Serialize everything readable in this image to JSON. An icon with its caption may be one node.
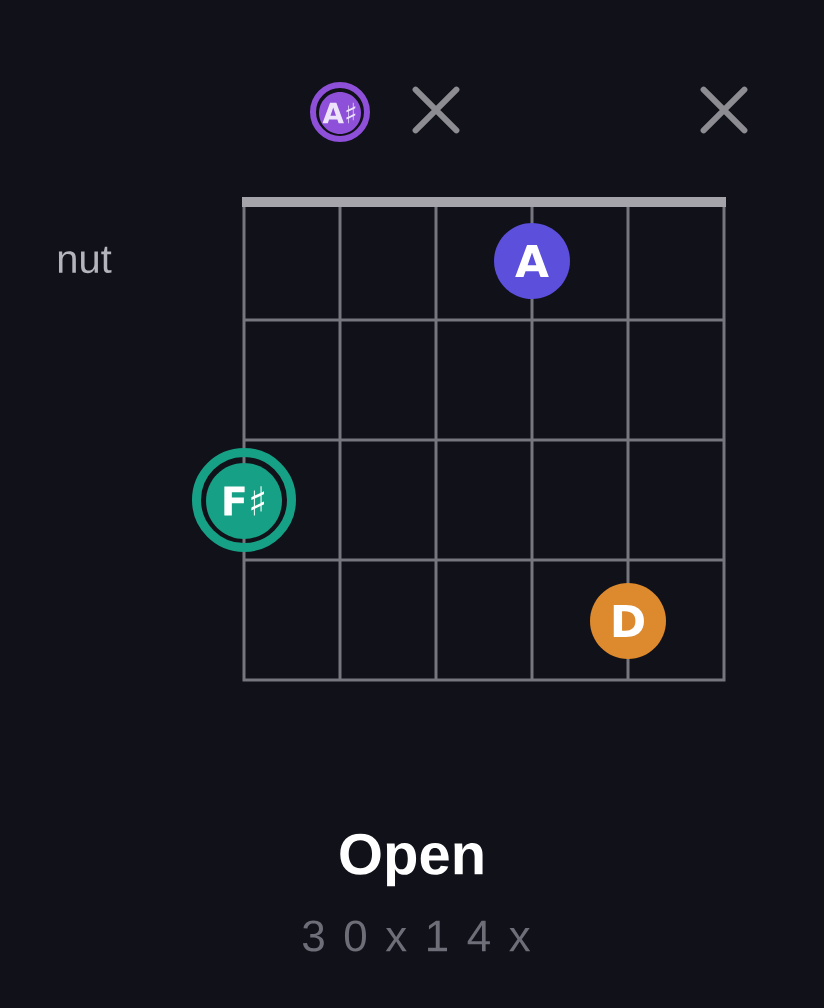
{
  "diagram": {
    "title": "Open",
    "nodes": [
      {
        "text": [
          "A♯"
        ]
      },
      {
        "text": [],
        "shape": "cross"
      },
      {
        "text": [],
        "shape": "cross"
      },
      {
        "text": [
          "A"
        ]
      },
      {
        "text": [
          "F♯"
        ]
      },
      {
        "text": [
          "D"
        ]
      }
    ],
    "labels": [
      "nut",
      "3 0 x 1 4 x"
    ]
  }
}
